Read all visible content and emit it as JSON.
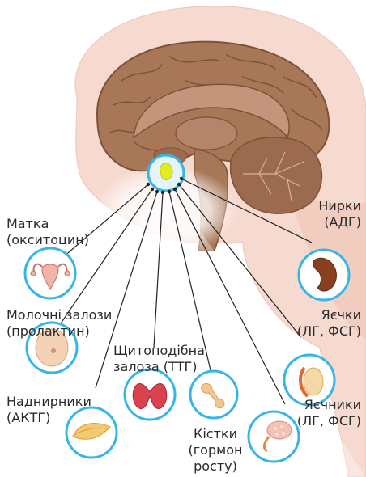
{
  "labels": {
    "uterus": [
      "Матка",
      "(окситоцин)"
    ],
    "mammary": [
      "Молочні залози",
      "(пролактин)"
    ],
    "adrenal": [
      "Наднирники",
      "(АКТГ)"
    ],
    "thyroid": [
      "Щитоподібна",
      "залоза (ТТГ)"
    ],
    "bones": [
      "Кістки",
      "(гормон",
      "росту)"
    ],
    "kidneys": [
      "Нирки",
      "(АДГ)"
    ],
    "testes": [
      "Яєчки",
      "(ЛГ, ФСГ)"
    ],
    "ovaries": [
      "Яєчники",
      "(ЛГ, ФСГ)"
    ]
  },
  "colors": {
    "skin": "#f6d9cf",
    "skin_dark": "#efc4b6",
    "brain": "#a87758",
    "brain_dark": "#7e5238",
    "cerebellum": "#9c6b4f",
    "pituitary": "#e3ec1e",
    "circle_stroke": "#35b6e6",
    "leader_line": "#222222"
  },
  "icons": [
    "uterus-icon",
    "breast-icon",
    "adrenal-icon",
    "thyroid-icon",
    "bone-icon",
    "kidney-icon",
    "testis-icon",
    "ovary-icon"
  ]
}
